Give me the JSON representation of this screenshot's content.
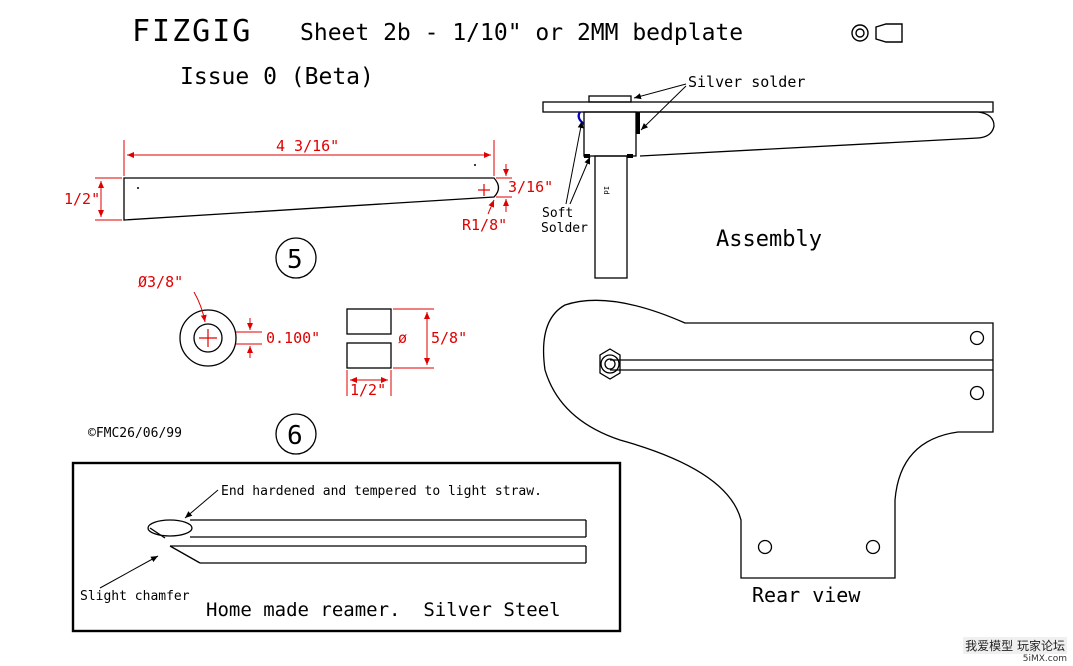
{
  "header": {
    "title": "FIZGIG",
    "subtitle": "Sheet 2b - 1/10\" or 2MM bedplate",
    "issue": "Issue 0 (Beta)"
  },
  "part5": {
    "length_dim": "4 3/16\"",
    "height_dim": "1/2\"",
    "end_dim": "3/16\"",
    "radius_dim": "R1/8\"",
    "number": "5"
  },
  "part6": {
    "hole_dim": "Ø3/8\"",
    "width_dim": "0.100\"",
    "dia_symbol": "ø",
    "height_dim": "5/8\"",
    "length_dim": "1/2\"",
    "number": "6"
  },
  "copyright": "©FMC26/06/99",
  "assembly": {
    "silver_solder": "Silver solder",
    "soft_solder_1": "Soft",
    "soft_solder_2": "Solder",
    "shaft_mark": "Id",
    "label": "Assembly"
  },
  "rear_view": {
    "label": "Rear view"
  },
  "reamer": {
    "note_end": "End hardened and tempered to light straw.",
    "note_chamfer": "Slight chamfer",
    "caption": "Home made reamer.  Silver Steel"
  },
  "watermark": {
    "line1": "我爱模型 玩家论坛",
    "line2": "5iMX.com"
  },
  "colors": {
    "line": "#000000",
    "dimension": "#e00000",
    "solder": "#0000c0"
  }
}
